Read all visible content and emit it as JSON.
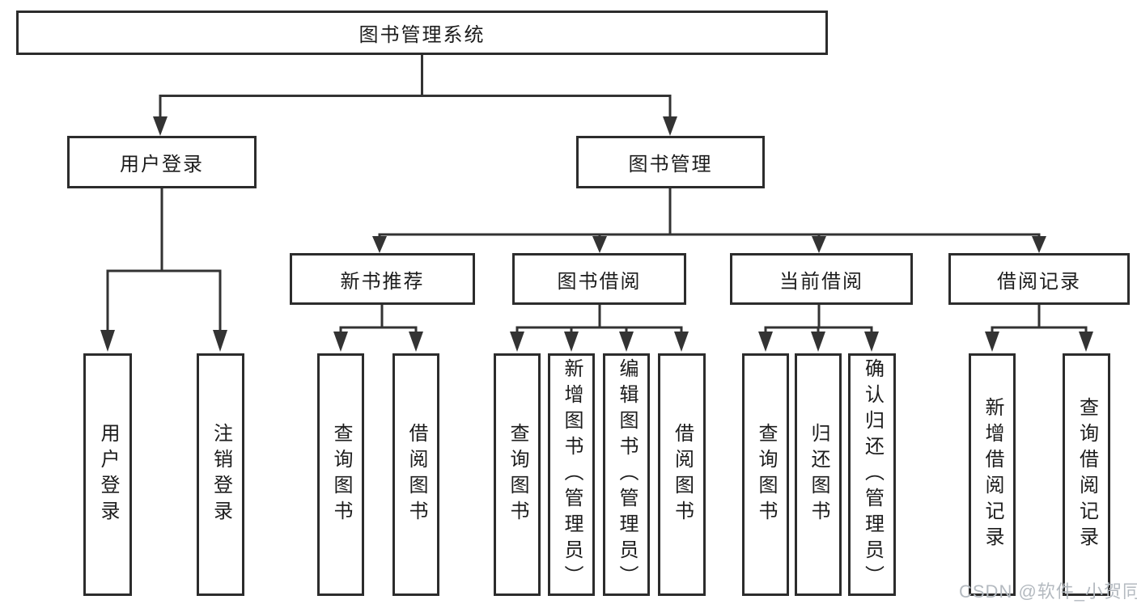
{
  "diagram": {
    "title": "图书管理系统",
    "tree": {
      "root": {
        "label": "图书管理系统"
      },
      "branches": [
        {
          "label": "用户登录",
          "children": [
            {
              "label": "用户登录"
            },
            {
              "label": "注销登录"
            }
          ]
        },
        {
          "label": "图书管理",
          "children": [
            {
              "label": "新书推荐",
              "children": [
                {
                  "label": "查询图书"
                },
                {
                  "label": "借阅图书"
                }
              ]
            },
            {
              "label": "图书借阅",
              "children": [
                {
                  "label": "查询图书"
                },
                {
                  "label": "新增图书（管理员）"
                },
                {
                  "label": "编辑图书（管理员）"
                },
                {
                  "label": "借阅图书"
                }
              ]
            },
            {
              "label": "当前借阅",
              "children": [
                {
                  "label": "查询图书"
                },
                {
                  "label": "归还图书"
                },
                {
                  "label": "确认归还（管理员）"
                }
              ]
            },
            {
              "label": "借阅记录",
              "children": [
                {
                  "label": "新增借阅记录"
                },
                {
                  "label": "查询借阅记录"
                }
              ]
            }
          ]
        }
      ]
    },
    "colors": {
      "line": "#333333",
      "box_border": "#2c2c2c",
      "box_background": "#ffffff",
      "text": "#1c1c1c",
      "watermark": "#b4bac0"
    }
  },
  "watermark": {
    "text": "CSDN @软件_小贺同学"
  }
}
